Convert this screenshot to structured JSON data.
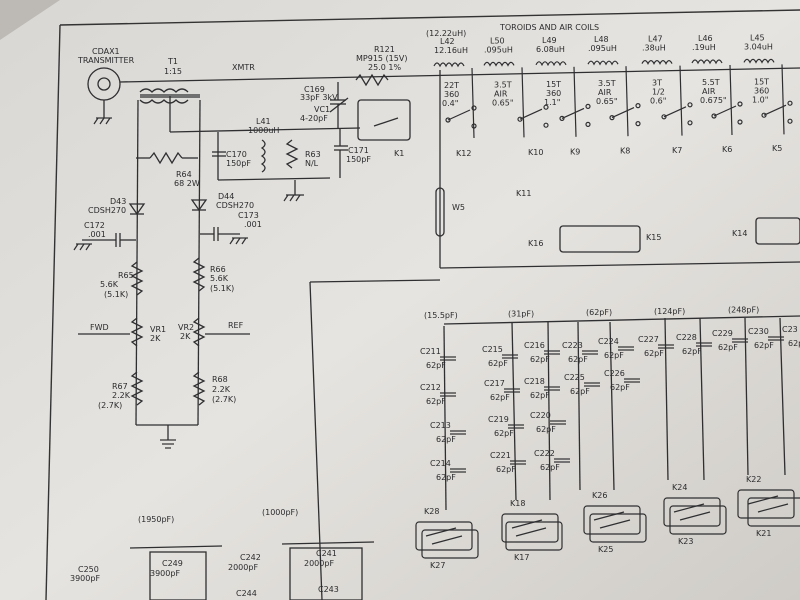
{
  "header": {
    "toroid_title": "TOROIDS AND AIR COILS",
    "l42_uh": "(12.22uH)"
  },
  "coax": {
    "name": "CDAX1",
    "sub": "TRANSMITTER"
  },
  "t1": {
    "name": "T1",
    "ratio": "1:15"
  },
  "xmtr": "XMTR",
  "r121": {
    "name": "R121",
    "part": "MP915 (15V)",
    "val": "25.0 1%"
  },
  "c169": {
    "name": "C169",
    "val": "33pF 3kV"
  },
  "vc1": {
    "name": "VC1",
    "val": "4-20pF"
  },
  "l41": {
    "name": "L41",
    "val": "1000uH"
  },
  "c170": {
    "name": "C170",
    "val": "150pF"
  },
  "r63": {
    "name": "R63",
    "val": "N/L"
  },
  "c171": {
    "name": "C171",
    "val": "150pF"
  },
  "k1": "K1",
  "r64": {
    "name": "R64",
    "val": "68 2W"
  },
  "d43": {
    "name": "D43",
    "part": "CDSH270"
  },
  "d44": {
    "name": "D44",
    "part": "CDSH270"
  },
  "c172": {
    "name": "C172",
    "val": ".001"
  },
  "c173": {
    "name": "C173",
    "val": ".001"
  },
  "r65": {
    "name": "R65",
    "val": "5.6K",
    "alt": "(5.1K)"
  },
  "r66": {
    "name": "R66",
    "val": "5.6K",
    "alt": "(5.1K)"
  },
  "fwd": "FWD",
  "ref": "REF",
  "vr1": {
    "name": "VR1",
    "val": "2K"
  },
  "vr2": {
    "name": "VR2",
    "val": "2K"
  },
  "r67": {
    "name": "R67",
    "val": "2.2K",
    "alt": "(2.7K)"
  },
  "r68": {
    "name": "R68",
    "val": "2.2K",
    "alt": "(2.7K)"
  },
  "w5": "W5",
  "coils": [
    {
      "name": "L42",
      "val": "12.16uH",
      "t1": "22T",
      "t2": "360",
      "t3": "0.4\""
    },
    {
      "name": "L50",
      "val": ".095uH",
      "t1": "3.5T",
      "t2": "AIR",
      "t3": "0.65\""
    },
    {
      "name": "L49",
      "val": "6.08uH",
      "t1": "15T",
      "t2": "360",
      "t3": "1.1\""
    },
    {
      "name": "L48",
      "val": ".095uH",
      "t1": "3.5T",
      "t2": "AIR",
      "t3": "0.65\""
    },
    {
      "name": "L47",
      "val": ".38uH",
      "t1": "3T",
      "t2": "1/2",
      "t3": "0.6\""
    },
    {
      "name": "L46",
      "val": ".19uH",
      "t1": "5.5T",
      "t2": "AIR",
      "t3": "0.675\""
    },
    {
      "name": "L45",
      "val": "3.04uH",
      "t1": "15T",
      "t2": "360",
      "t3": "1.0\""
    }
  ],
  "relays_top": [
    "K12",
    "K10",
    "K9",
    "K8",
    "K7",
    "K6",
    "K5"
  ],
  "k11": "K11",
  "k16": "K16",
  "k15": "K15",
  "k14": "K14",
  "cap_group_labels": [
    "(15.5pF)",
    "(31pF)",
    "(62pF)",
    "(124pF)",
    "(248pF)"
  ],
  "cap_names": [
    "C211",
    "C212",
    "C213",
    "C214",
    "C215",
    "C216",
    "C217",
    "C218",
    "C219",
    "C220",
    "C221",
    "C222",
    "C223",
    "C224",
    "C225",
    "C226",
    "C227",
    "C228",
    "C229",
    "C230",
    "C23"
  ],
  "cap_val": "62pF",
  "relays_bottom": [
    "K28",
    "K18",
    "K26",
    "K24",
    "K22",
    "K27",
    "K17",
    "K25",
    "K23",
    "K21"
  ],
  "bottom": {
    "g1950": "(1950pF)",
    "g1000": "(1000pF)",
    "c250": "C250",
    "c250v": "3900pF",
    "c249": "C249",
    "c249v": "3900pF",
    "c242": "C242",
    "c242v": "2000pF",
    "c241": "C241",
    "c241v": "2000pF",
    "c244": "C244",
    "c243": "C243"
  }
}
